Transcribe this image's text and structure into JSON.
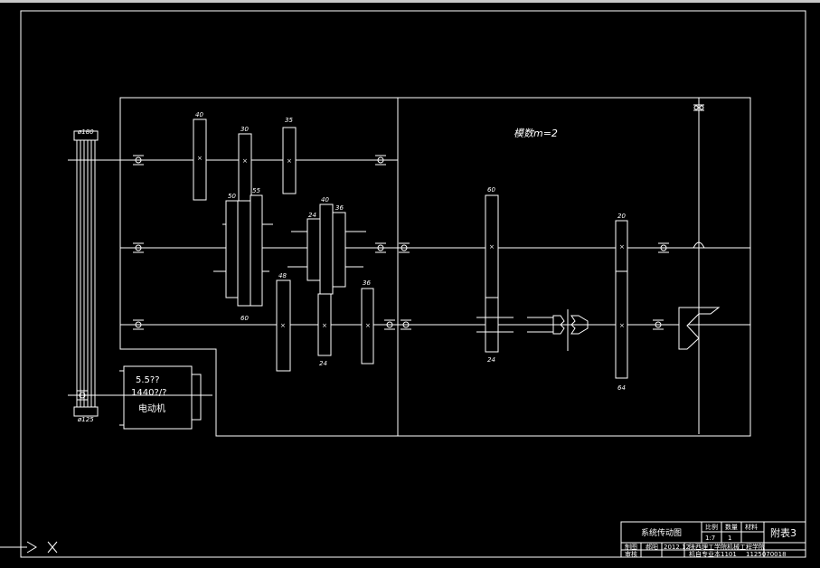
{
  "gears_labels": {
    "g40_top": "40",
    "g30_top": "30",
    "g35_top": "35",
    "g50": "50",
    "g55": "55",
    "g60_mid": "60",
    "g40b": "40",
    "g24a": "24",
    "g36a": "36",
    "g48": "48",
    "g24b": "24",
    "g36b": "36",
    "g60_out": "60",
    "g24_out": "24",
    "g20": "20",
    "g64": "64"
  },
  "pulley": {
    "top_label": "ø180",
    "bottom_label": "ø125"
  },
  "module_note": "模数m=2",
  "motor": {
    "power": "5.5??",
    "speed": "1440?/?",
    "name": "电动机"
  },
  "title_block": {
    "drawing_title": "系统传动图",
    "ratio_hdr": "比例",
    "ratio": "1:7",
    "qty_hdr": "数量",
    "qty": "1",
    "material_hdr": "材料",
    "sheet": "附表3",
    "design": "制图",
    "designer": "郝阳",
    "review": "审核",
    "date": "2012.12",
    "school": "陕西理工学院机械工程学院",
    "class_info": "机自专业本1101",
    "student_id": "1125070018"
  },
  "colors": {
    "background": "#000000",
    "lines": "#ffffff"
  }
}
